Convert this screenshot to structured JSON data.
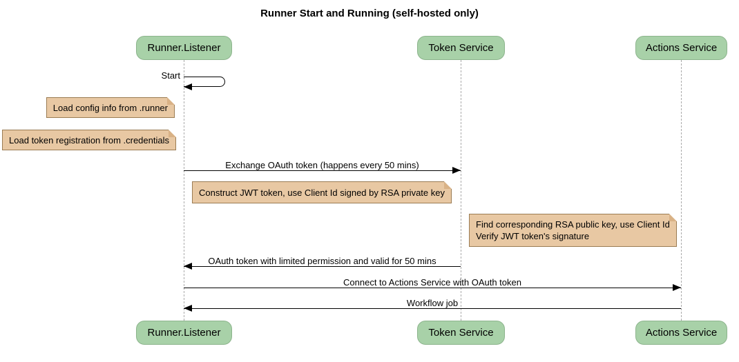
{
  "title": "Runner Start and Running (self-hosted only)",
  "colors": {
    "participant_fill": "#a8d1a8",
    "participant_border": "#8cb48c",
    "note_fill": "#e8c8a3",
    "note_border": "#9a7b52",
    "lifeline": "#a9a9a9",
    "arrow": "#000000",
    "background": "#ffffff"
  },
  "participants": [
    {
      "label": "Runner.Listener"
    },
    {
      "label": "Token Service"
    },
    {
      "label": "Actions Service"
    }
  ],
  "messages": [
    {
      "label": "Start",
      "from": "Runner.Listener",
      "to": "Runner.Listener",
      "type": "self"
    },
    {
      "label": "Exchange OAuth token (happens every 50 mins)",
      "from": "Runner.Listener",
      "to": "Token Service",
      "type": "arrow"
    },
    {
      "label": "OAuth token with limited permission and valid for 50 mins",
      "from": "Token Service",
      "to": "Runner.Listener",
      "type": "arrow"
    },
    {
      "label": "Connect to Actions Service with OAuth token",
      "from": "Runner.Listener",
      "to": "Actions Service",
      "type": "arrow"
    },
    {
      "label": "Workflow job",
      "from": "Actions Service",
      "to": "Runner.Listener",
      "type": "arrow"
    }
  ],
  "notes": [
    {
      "lines": [
        "Load config info from .runner"
      ],
      "near": "Runner.Listener"
    },
    {
      "lines": [
        "Load token registration from .credentials"
      ],
      "near": "Runner.Listener"
    },
    {
      "lines": [
        "Construct JWT token, use Client Id signed by RSA private key"
      ],
      "near": "Token Service"
    },
    {
      "lines": [
        "Find corresponding RSA public key, use Client Id",
        "Verify JWT token's signature"
      ],
      "near": "Actions Service"
    }
  ]
}
